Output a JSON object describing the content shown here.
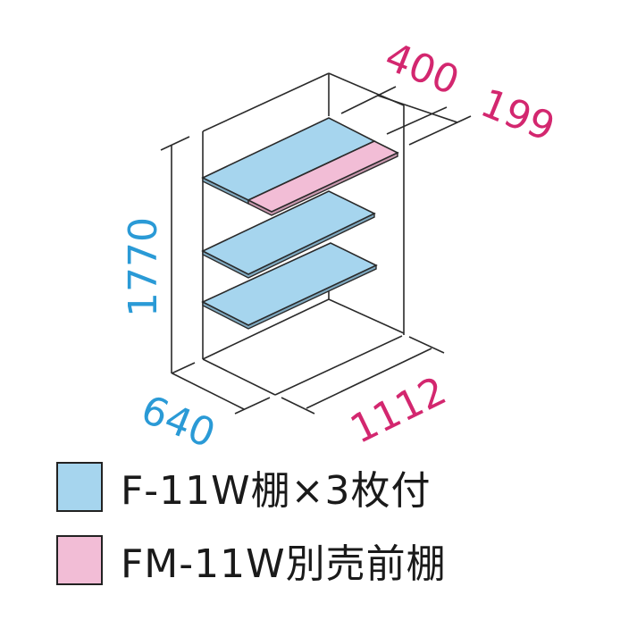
{
  "colors": {
    "shelf_included": "#a6d5ee",
    "shelf_optional": "#f2bdd6",
    "dimension_magenta": "#d3276f",
    "dimension_blue": "#2a9ad6",
    "outline": "#2a2a2a"
  },
  "dimensions": {
    "height": "1770",
    "depth": "640",
    "width": "1112",
    "shelf_depth": "400",
    "front_shelf_depth": "199"
  },
  "legend": [
    {
      "label": "F-11W棚×3枚付",
      "color": "#a6d5ee"
    },
    {
      "label": "FM-11W別売前棚",
      "color": "#f2bdd6"
    }
  ]
}
